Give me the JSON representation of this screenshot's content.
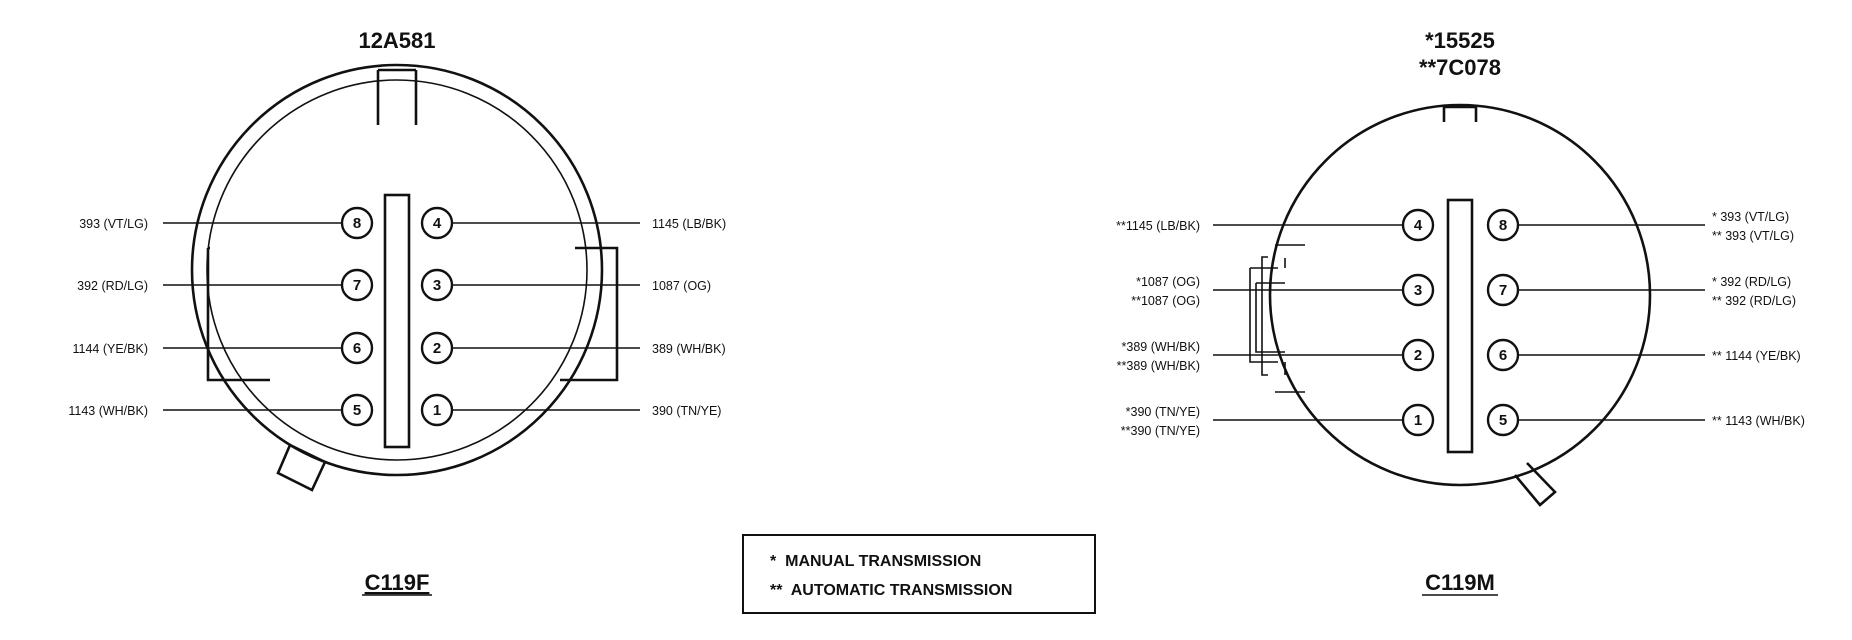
{
  "left_connector": {
    "part_number": "12A581",
    "connector_id": "C119F",
    "left_wires": [
      {
        "pin": "8",
        "label": "393 (VT/LG)"
      },
      {
        "pin": "7",
        "label": "392 (RD/LG)"
      },
      {
        "pin": "6",
        "label": "1144 (YE/BK)"
      },
      {
        "pin": "5",
        "label": "1143 (WH/BK)"
      }
    ],
    "right_wires": [
      {
        "pin": "4",
        "label": "1145 (LB/BK)"
      },
      {
        "pin": "3",
        "label": "1087 (OG)"
      },
      {
        "pin": "2",
        "label": "389 (WH/BK)"
      },
      {
        "pin": "1",
        "label": "390 (TN/YE)"
      }
    ]
  },
  "right_connector": {
    "part_number_1": "*15525",
    "part_number_2": "**7C078",
    "connector_id": "C119M",
    "left_wires": [
      {
        "pin": "4",
        "label_1": "**1145 (LB/BK)",
        "label_2": ""
      },
      {
        "pin": "3",
        "label_1": "*1087 (OG)",
        "label_2": "**1087 (OG)"
      },
      {
        "pin": "2",
        "label_1": "*389 (WH/BK)",
        "label_2": "**389 (WH/BK)"
      },
      {
        "pin": "1",
        "label_1": "*390 (TN/YE)",
        "label_2": "**390 (TN/YE)"
      }
    ],
    "right_wires": [
      {
        "pin": "8",
        "label_1": "* 393 (VT/LG)",
        "label_2": "** 393 (VT/LG)"
      },
      {
        "pin": "7",
        "label_1": "* 392 (RD/LG)",
        "label_2": "** 392 (RD/LG)"
      },
      {
        "pin": "6",
        "label_1": "** 1144 (YE/BK)",
        "label_2": ""
      },
      {
        "pin": "5",
        "label_1": "** 1143 (WH/BK)",
        "label_2": ""
      }
    ]
  },
  "legend": {
    "line_1": "*  MANUAL TRANSMISSION",
    "line_2": "**  AUTOMATIC TRANSMISSION"
  }
}
